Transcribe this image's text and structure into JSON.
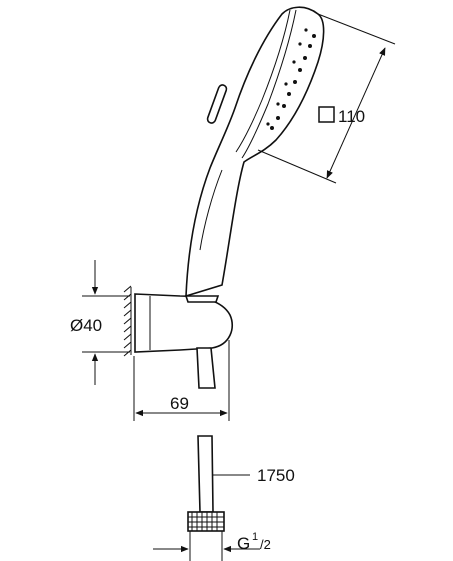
{
  "dimensions": {
    "head_size_symbol": "□",
    "head_size_value": "110",
    "diameter_label": "Ø40",
    "width_label": "69",
    "hose_length_label": "1750",
    "thread_label": "G",
    "thread_sup": "1",
    "thread_sub": "/2"
  }
}
